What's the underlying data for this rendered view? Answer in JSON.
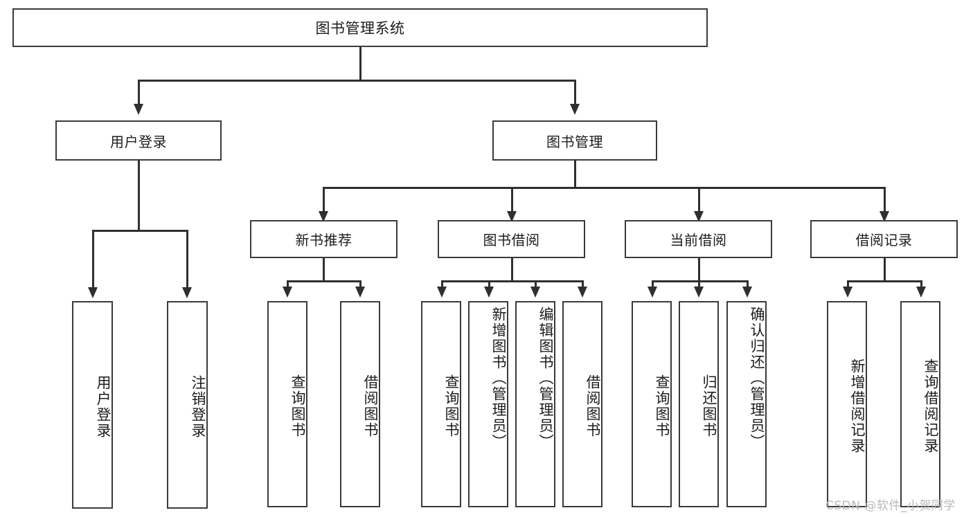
{
  "diagram": {
    "title": "图书管理系统",
    "type": "功能结构图",
    "root": {
      "label": "图书管理系统"
    },
    "level1": [
      {
        "label": "用户登录"
      },
      {
        "label": "图书管理"
      }
    ],
    "level2": [
      {
        "label": "新书推荐"
      },
      {
        "label": "图书借阅"
      },
      {
        "label": "当前借阅"
      },
      {
        "label": "借阅记录"
      }
    ],
    "leaves": {
      "user_login": [
        {
          "label": "用户登录"
        },
        {
          "label": "注销登录"
        }
      ],
      "new_book_recommend": [
        {
          "label": "查询图书"
        },
        {
          "label": "借阅图书"
        }
      ],
      "book_borrow": [
        {
          "label": "查询图书"
        },
        {
          "label": "新增图书（管理员）"
        },
        {
          "label": "编辑图书（管理员）"
        },
        {
          "label": "借阅图书"
        }
      ],
      "current_borrow": [
        {
          "label": "查询图书"
        },
        {
          "label": "归还图书"
        },
        {
          "label": "确认归还（管理员）"
        }
      ],
      "borrow_record": [
        {
          "label": "新增借阅记录"
        },
        {
          "label": "查询借阅记录"
        }
      ]
    }
  },
  "watermark": {
    "text": "CSDN @软件_小贺同学"
  },
  "colors": {
    "box_border": "#3a3a3a",
    "connector": "#2f2f2f",
    "background": "#ffffff",
    "text": "#1c1c1c",
    "watermark": "#b9b9b9"
  }
}
